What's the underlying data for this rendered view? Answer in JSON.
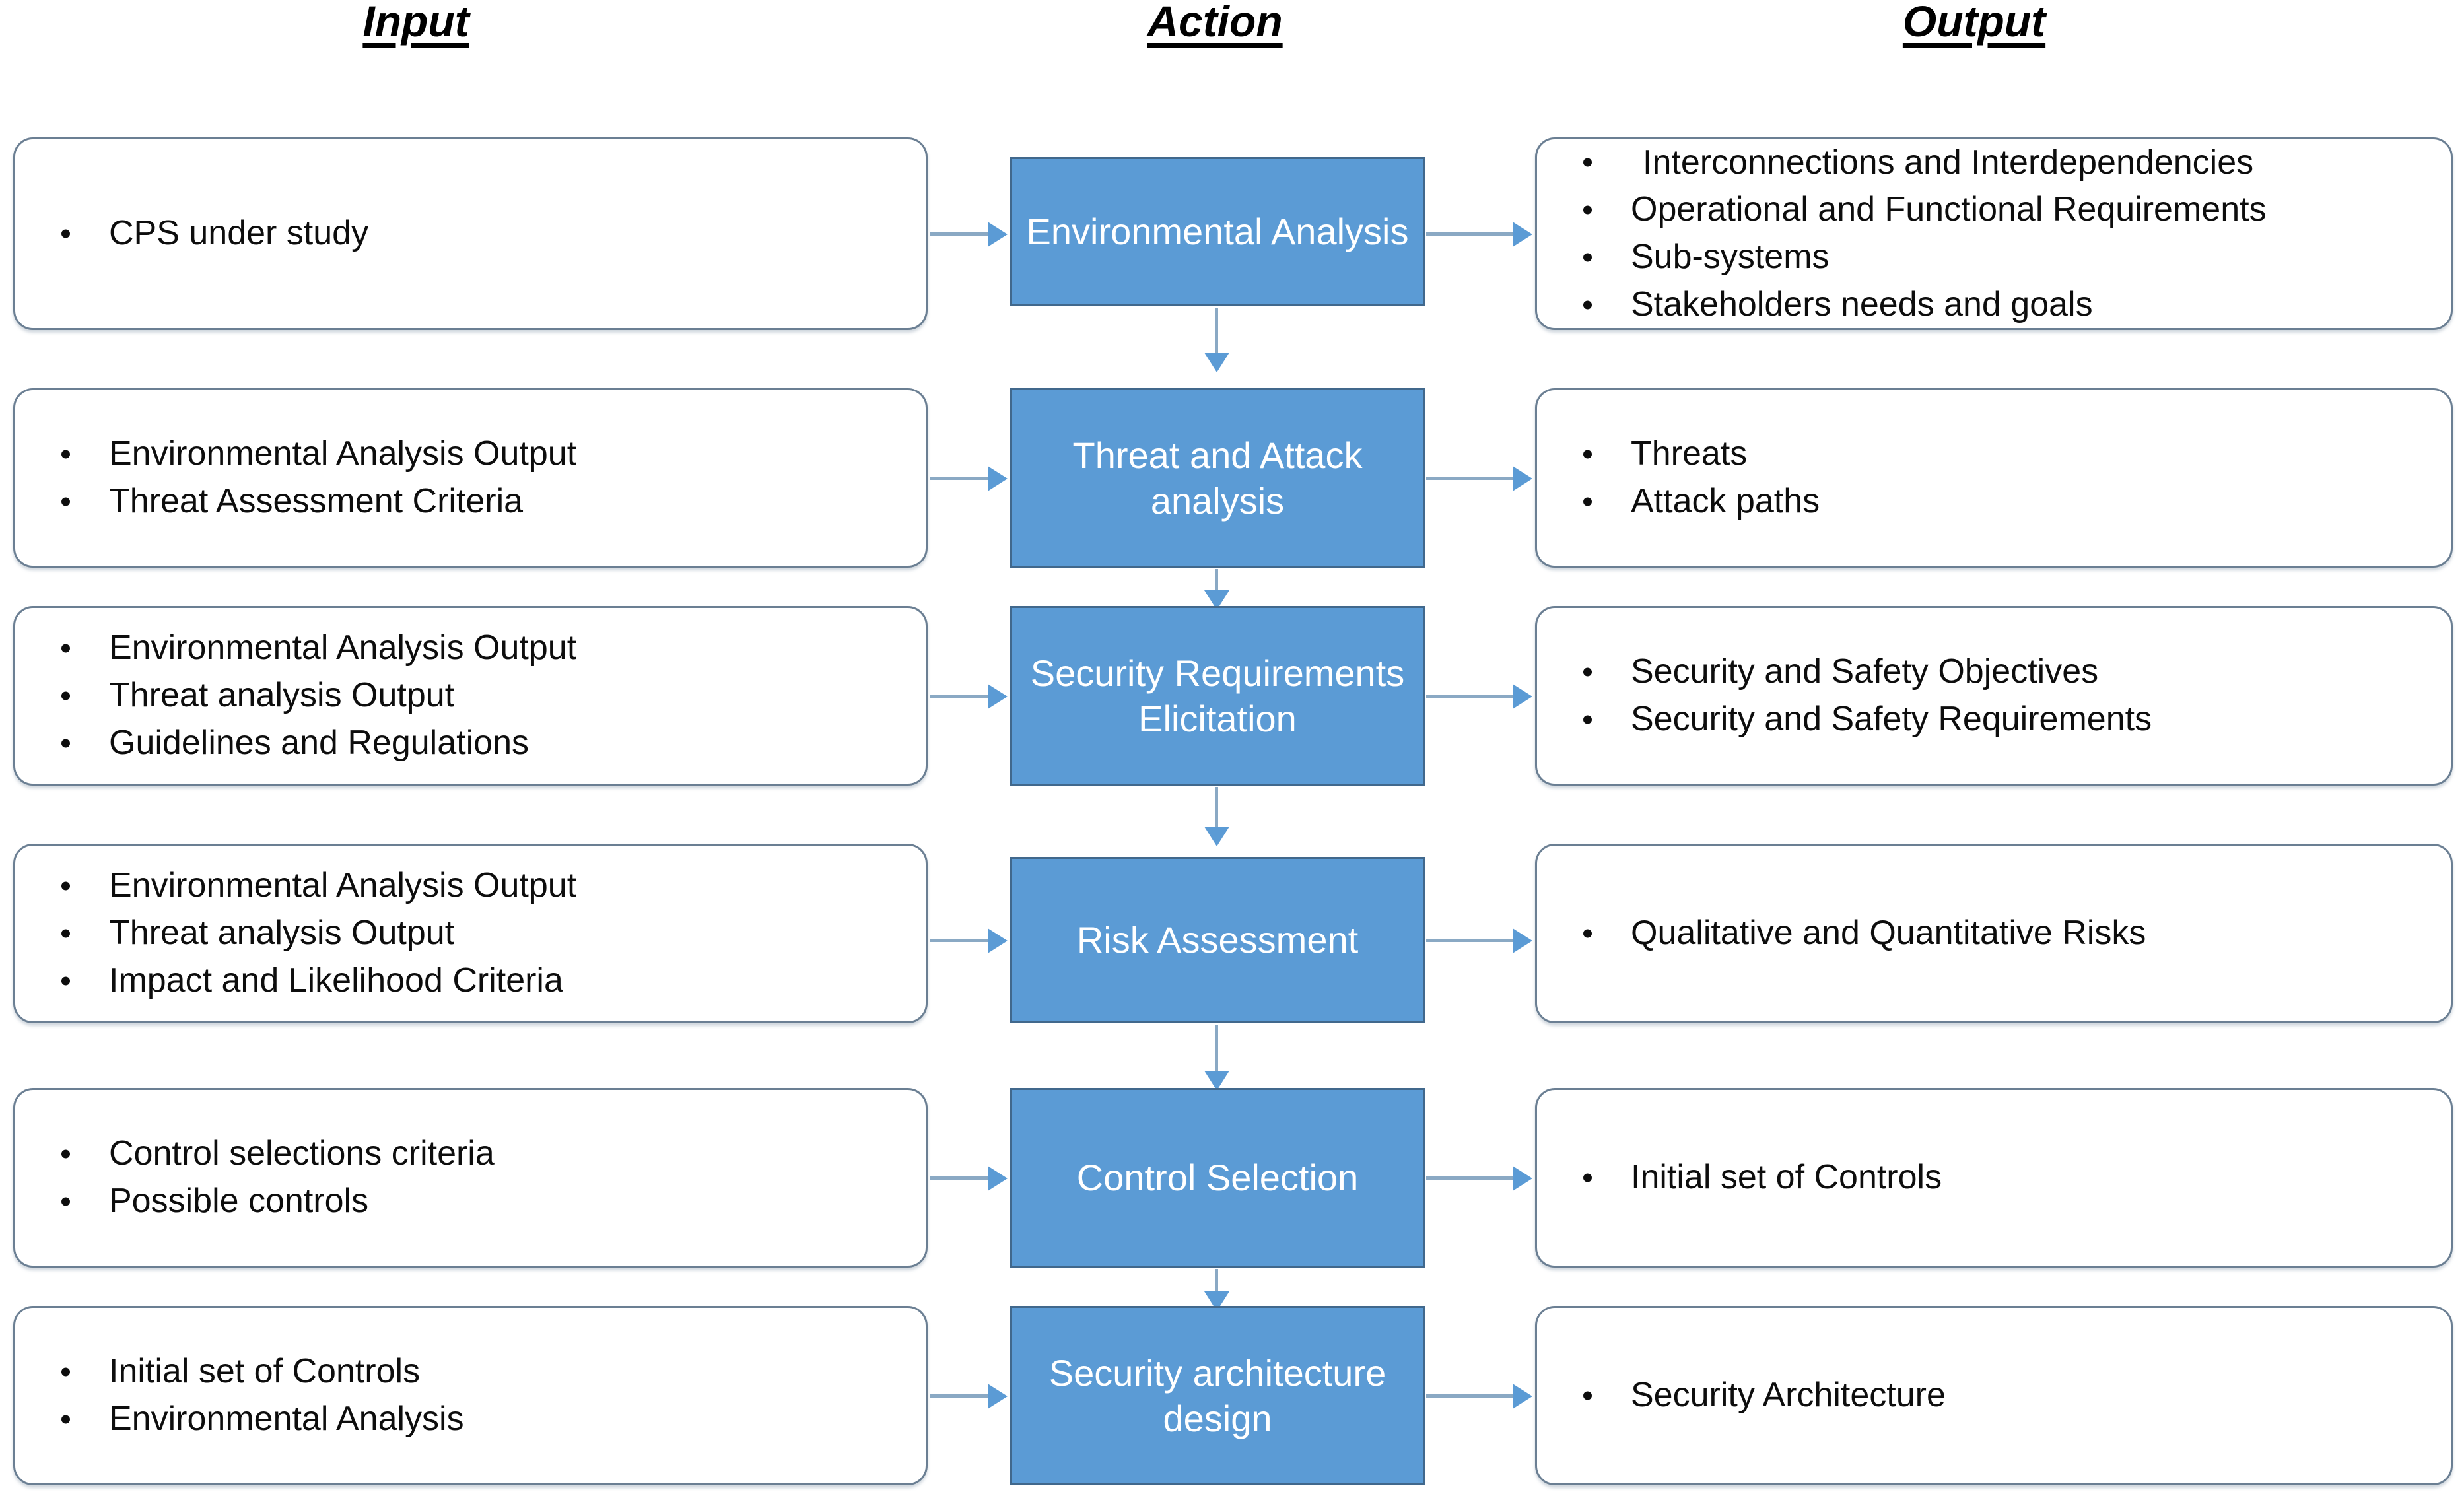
{
  "headers": {
    "input": "Input",
    "action": "Action",
    "output": "Output"
  },
  "rows": [
    {
      "action": "Environmental Analysis",
      "inputs": [
        "CPS under study"
      ],
      "outputs": [
        "Interconnections and Interdependencies",
        "Operational and Functional Requirements",
        "Sub-systems",
        "Stakeholders needs and goals"
      ]
    },
    {
      "action": "Threat and Attack analysis",
      "inputs": [
        "Environmental Analysis Output",
        "Threat Assessment  Criteria"
      ],
      "outputs": [
        "Threats",
        "Attack paths"
      ]
    },
    {
      "action": "Security Requirements Elicitation",
      "inputs": [
        "Environmental Analysis Output",
        "Threat analysis Output",
        "Guidelines and Regulations"
      ],
      "outputs": [
        "Security and Safety Objectives",
        "Security and Safety Requirements"
      ]
    },
    {
      "action": "Risk Assessment",
      "inputs": [
        "Environmental Analysis Output",
        "Threat analysis Output",
        "Impact and Likelihood Criteria"
      ],
      "outputs": [
        "Qualitative and Quantitative Risks"
      ]
    },
    {
      "action": "Control Selection",
      "inputs": [
        "Control selections criteria",
        "Possible controls"
      ],
      "outputs": [
        "Initial set of Controls"
      ]
    },
    {
      "action": "Security architecture design",
      "inputs": [
        "Initial set of Controls",
        "Environmental Analysis"
      ],
      "outputs": [
        "Security Architecture"
      ]
    }
  ],
  "colors": {
    "action_fill": "#5B9BD5",
    "action_border": "#41688C",
    "box_border": "#6B7F93",
    "arrow": "#8AA9C4",
    "text": "#0D0D0D",
    "action_text": "#FFFFFF"
  }
}
